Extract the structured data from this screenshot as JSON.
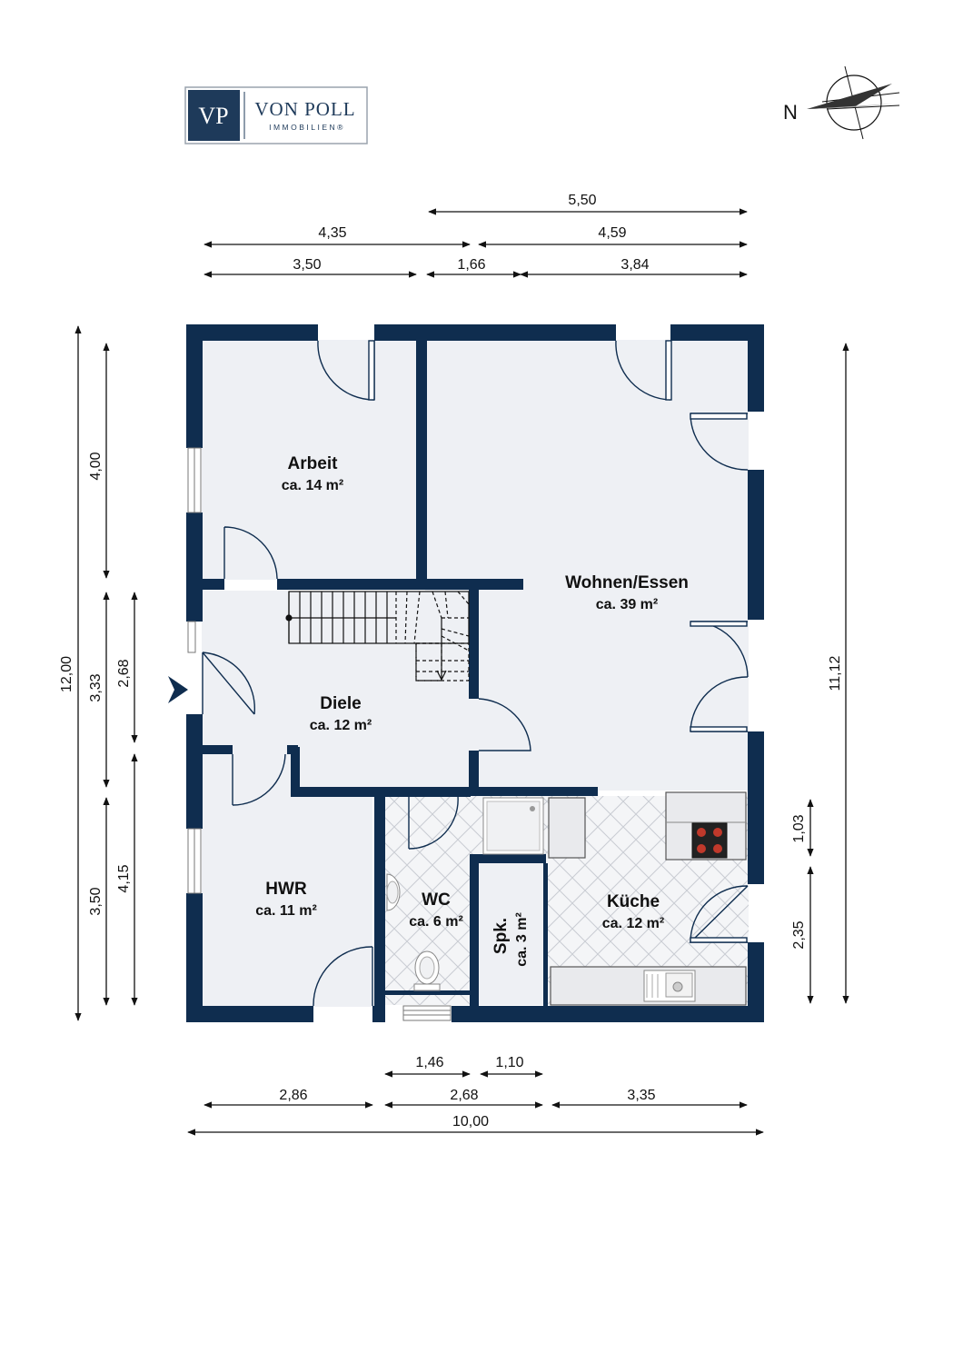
{
  "logo": {
    "monogram": "VP",
    "name": "VON POLL",
    "sub": "IMMOBILIEN®"
  },
  "compass": {
    "label": "N"
  },
  "colors": {
    "wall": "#0f2d4f",
    "floor": "#eef0f4",
    "tile_floor": "#f3f4f6",
    "text": "#111111"
  },
  "rooms": {
    "arbeit": {
      "name": "Arbeit",
      "area": "ca. 14 m²"
    },
    "wohnen": {
      "name": "Wohnen/Essen",
      "area": "ca. 39 m²"
    },
    "diele": {
      "name": "Diele",
      "area": "ca. 12 m²"
    },
    "hwr": {
      "name": "HWR",
      "area": "ca. 11 m²"
    },
    "wc": {
      "name": "WC",
      "area": "ca. 6 m²"
    },
    "spk": {
      "name": "Spk.",
      "area": "ca. 3 m²"
    },
    "kueche": {
      "name": "Küche",
      "area": "ca. 12 m²"
    }
  },
  "dimensions": {
    "top": {
      "d550": "5,50",
      "d435": "4,35",
      "d459": "4,59",
      "d350": "3,50",
      "d166": "1,66",
      "d384": "3,84"
    },
    "left": {
      "d1200": "12,00",
      "d400": "4,00",
      "d333": "3,33",
      "d268": "2,68",
      "d350": "3,50",
      "d415": "4,15"
    },
    "right": {
      "d1112": "11,12",
      "d103": "1,03",
      "d235": "2,35"
    },
    "bottom": {
      "d146": "1,46",
      "d110": "1,10",
      "d286": "2,86",
      "d268": "2,68",
      "d335": "3,35",
      "d1000": "10,00"
    }
  }
}
